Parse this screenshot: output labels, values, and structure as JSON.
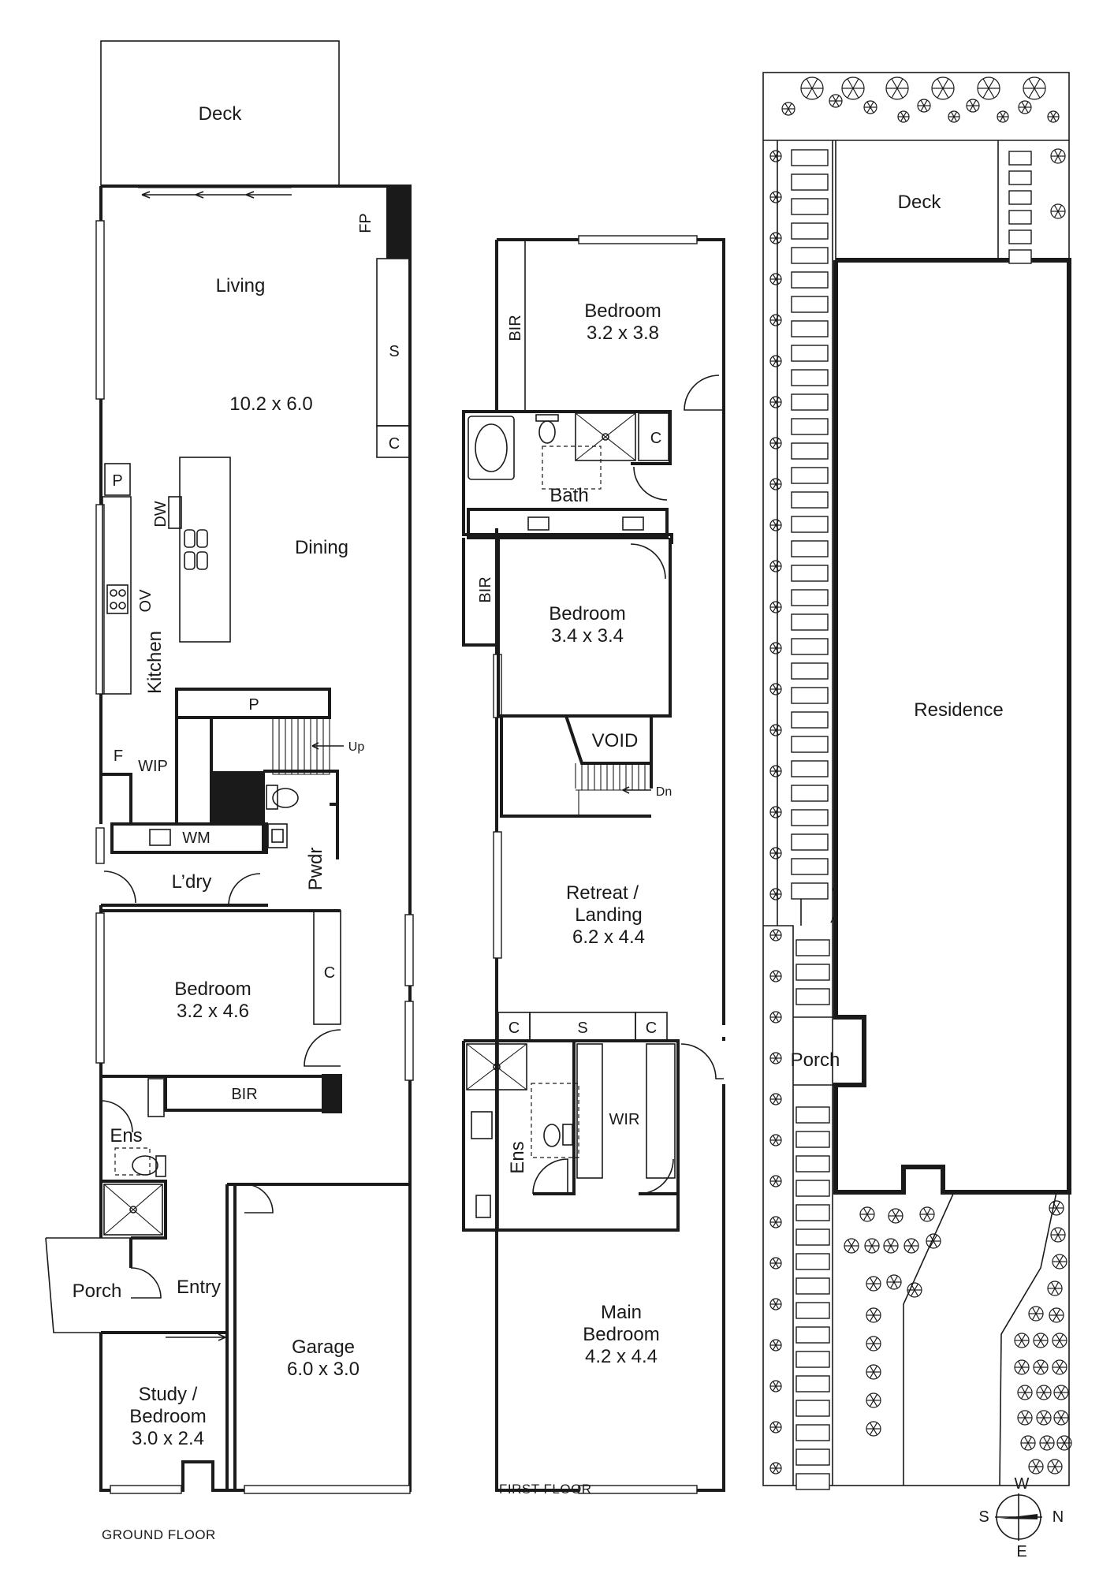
{
  "ground_floor": {
    "caption": "GROUND FLOOR",
    "rooms": {
      "deck": "Deck",
      "fp": "FP",
      "living": "Living",
      "s": "S",
      "living_dims": "10.2 x 6.0",
      "c_living": "C",
      "p_kitchen": "P",
      "dw": "DW",
      "dining": "Dining",
      "ov": "OV",
      "kitchen": "Kitchen",
      "p_pantry": "P",
      "up": "Up",
      "f": "F",
      "wip": "WIP",
      "wm": "WM",
      "ldry": "L’dry",
      "pwdr": "Pwdr",
      "bedroom": "Bedroom",
      "bedroom_dims": "3.2 x 4.6",
      "c_bedroom": "C",
      "bir": "BIR",
      "ens": "Ens",
      "porch": "Porch",
      "entry": "Entry",
      "garage": "Garage",
      "garage_dims": "6.0 x 3.0",
      "study_1": "Study /",
      "study_2": "Bedroom",
      "study_dims": "3.0 x 2.4"
    }
  },
  "first_floor": {
    "caption": "FIRST FLOOR",
    "rooms": {
      "bir_top": "BIR",
      "bedroom1": "Bedroom",
      "bedroom1_dims": "3.2 x 3.8",
      "c_bath": "C",
      "bath": "Bath",
      "bir_mid": "BIR",
      "bedroom2": "Bedroom",
      "bedroom2_dims": "3.4 x 3.4",
      "void": "VOID",
      "dn": "Dn",
      "retreat_1": "Retreat /",
      "retreat_2": "Landing",
      "retreat_dims": "6.2 x 4.4",
      "c_left": "C",
      "s": "S",
      "c_right": "C",
      "wir": "WIR",
      "ens": "Ens",
      "main_1": "Main",
      "main_2": "Bedroom",
      "main_dims": "4.2 x 4.4"
    }
  },
  "site_plan": {
    "rooms": {
      "deck": "Deck",
      "residence": "Residence",
      "porch": "Porch"
    }
  },
  "compass": {
    "north": "N",
    "south": "S",
    "east": "E",
    "west": "W"
  }
}
